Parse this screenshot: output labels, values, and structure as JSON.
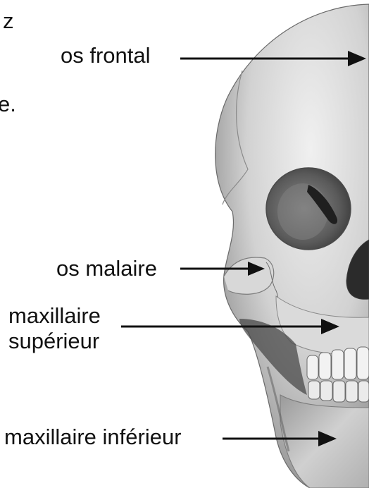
{
  "labels": {
    "frontal": "os frontal",
    "malaire": "os malaire",
    "superieur_line1": "maxillaire",
    "superieur_line2": "supérieur",
    "inferieur": "maxillaire inférieur"
  },
  "clipped_text": {
    "top": "z",
    "middle": "e."
  },
  "colors": {
    "background": "#ffffff",
    "text": "#111111",
    "arrow": "#111111",
    "bone_light": "#e6e6e6",
    "bone_mid": "#c4c4c4",
    "bone_dark": "#7a7a7a",
    "cavity": "#2b2b2b"
  }
}
